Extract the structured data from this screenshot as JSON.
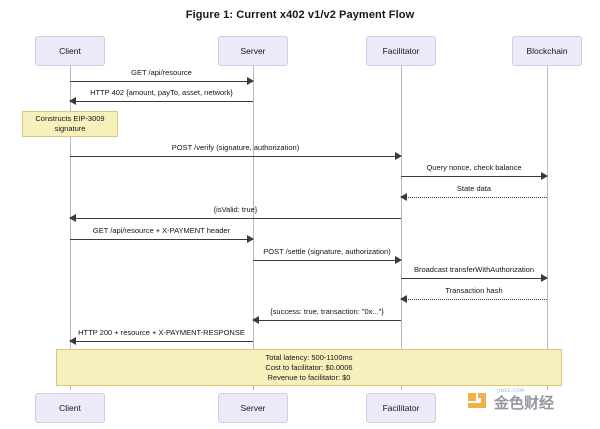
{
  "figure": {
    "title": "Figure 1: Current x402 v1/v2 Payment Flow"
  },
  "participants": [
    {
      "id": "client",
      "label": "Client"
    },
    {
      "id": "server",
      "label": "Server"
    },
    {
      "id": "facilitator",
      "label": "Facilitator"
    },
    {
      "id": "blockchain",
      "label": "Blockchain"
    }
  ],
  "participants_bottom": [
    {
      "id": "client",
      "label": "Client"
    },
    {
      "id": "server",
      "label": "Server"
    },
    {
      "id": "facilitator",
      "label": "Facilitator"
    }
  ],
  "messages": [
    {
      "id": "m1",
      "label": "GET /api/resource",
      "from": "client",
      "to": "server",
      "style": "solid",
      "direction": "right"
    },
    {
      "id": "m2",
      "label": "HTTP 402 {amount, payTo, asset, network}",
      "from": "server",
      "to": "client",
      "style": "solid",
      "direction": "left"
    },
    {
      "id": "m3",
      "label": "POST /verify (signature, authorization)",
      "from": "client",
      "to": "facilitator",
      "style": "solid",
      "direction": "right"
    },
    {
      "id": "m4",
      "label": "Query nonce, check balance",
      "from": "facilitator",
      "to": "blockchain",
      "style": "solid",
      "direction": "right"
    },
    {
      "id": "m5",
      "label": "State data",
      "from": "blockchain",
      "to": "facilitator",
      "style": "dotted",
      "direction": "left"
    },
    {
      "id": "m6",
      "label": "{isValid: true}",
      "from": "facilitator",
      "to": "client",
      "style": "solid",
      "direction": "left"
    },
    {
      "id": "m7",
      "label": "GET /api/resource + X-PAYMENT header",
      "from": "client",
      "to": "server",
      "style": "solid",
      "direction": "right"
    },
    {
      "id": "m8",
      "label": "POST /settle (signature, authorization)",
      "from": "server",
      "to": "facilitator",
      "style": "solid",
      "direction": "right"
    },
    {
      "id": "m9",
      "label": "Broadcast transferWithAuthorization",
      "from": "facilitator",
      "to": "blockchain",
      "style": "solid",
      "direction": "right"
    },
    {
      "id": "m10",
      "label": "Transaction hash",
      "from": "blockchain",
      "to": "facilitator",
      "style": "dotted",
      "direction": "left"
    },
    {
      "id": "m11",
      "label": "{success: true, transaction: \"0x...\"}",
      "from": "facilitator",
      "to": "server",
      "style": "solid",
      "direction": "left"
    },
    {
      "id": "m12",
      "label": "HTTP 200 + resource + X-PAYMENT-RESPONSE",
      "from": "server",
      "to": "client",
      "style": "solid",
      "direction": "left"
    }
  ],
  "notes": {
    "client_note": {
      "lines": [
        "Constructs EIP-3009",
        "signature"
      ]
    },
    "summary_note": {
      "lines": [
        "Total latency: 500-1100ms",
        "Cost to facilitator: $0.0006",
        "Revenue to facilitator: $0"
      ]
    }
  },
  "watermark": {
    "text": "金色财经",
    "subtext": "JINSE.COM"
  },
  "colors": {
    "actor_fill": "#eceaf9",
    "actor_border": "#cfcbe8",
    "note_fill": "#f7f0bd",
    "note_border": "#d9c97a",
    "arrow": "#3a3a3a",
    "lifeline": "#b9b9c4",
    "watermark_mark": "#f0a93b"
  }
}
